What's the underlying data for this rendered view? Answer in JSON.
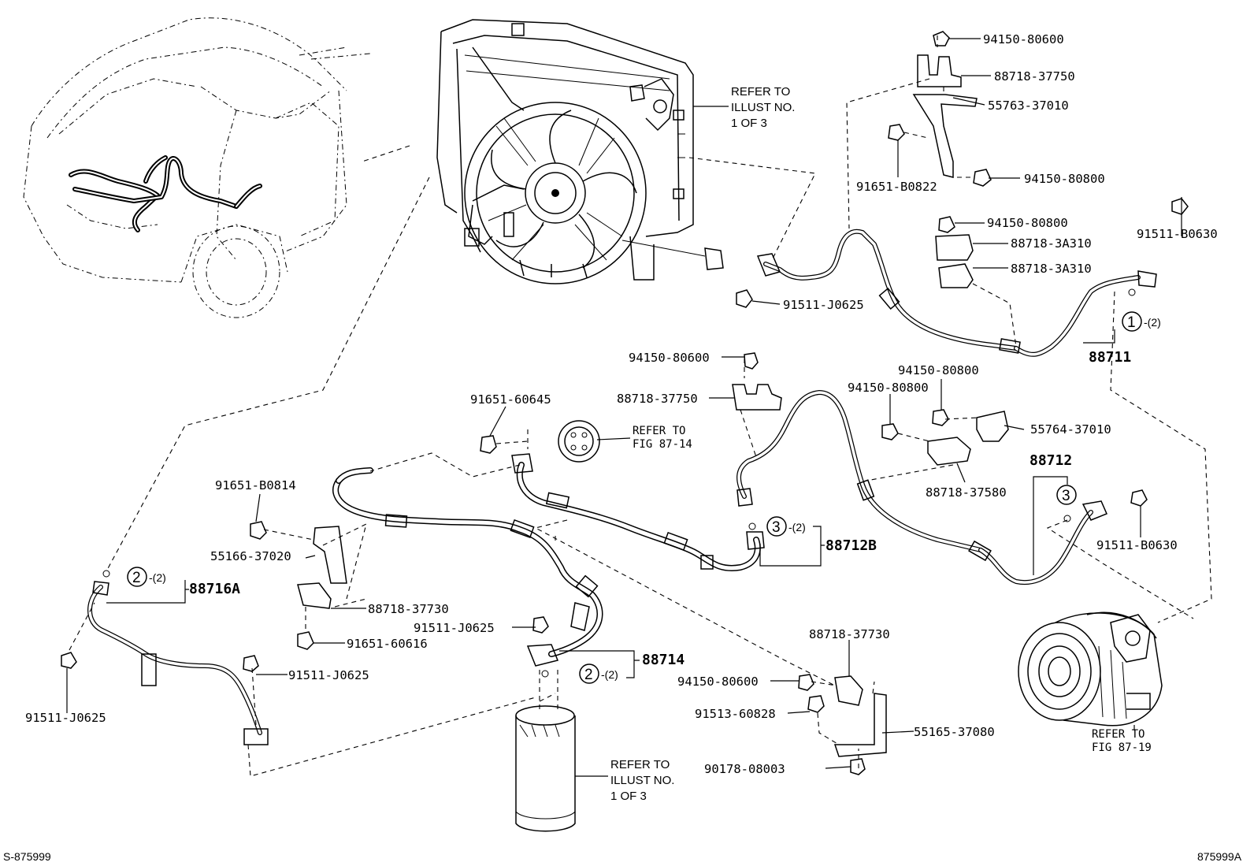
{
  "labels": {
    "p94150_80600_top": "94150-80600",
    "p88718_37750_top": "88718-37750",
    "p55763_37010": "55763-37010",
    "p91651_B0822": "91651-B0822",
    "p94150_80800_a": "94150-80800",
    "p94150_80800_b": "94150-80800",
    "p88718_3A310_a": "88718-3A310",
    "p88718_3A310_b": "88718-3A310",
    "p91511_B0630_top": "91511-B0630",
    "p91511_J0625_top": "91511-J0625",
    "p88711": "88711",
    "p94150_80600_mid": "94150-80600",
    "p88718_37750_mid": "88718-37750",
    "p94150_80800_c": "94150-80800",
    "p94150_80800_d": "94150-80800",
    "p55764_37010": "55764-37010",
    "p88712": "88712",
    "p88718_37580": "88718-37580",
    "p91511_B0630_low": "91511-B0630",
    "p91651_60645": "91651-60645",
    "p91651_B0814": "91651-B0814",
    "p55166_37020": "55166-37020",
    "p88716A": "88716A",
    "p88718_37730_left": "88718-37730",
    "p91511_J0625_mid": "91511-J0625",
    "p91651_60616": "91651-60616",
    "p88714": "88714",
    "p91511_J0625_low": "91511-J0625",
    "p91511_J0625_left": "91511-J0625",
    "p88712B": "88712B",
    "p88718_37730_right": "88718-37730",
    "p94150_80600_low": "94150-80600",
    "p91513_60828": "91513-60828",
    "p55165_37080": "55165-37080",
    "p90178_08003": "90178-08003"
  },
  "refs": {
    "condenser": [
      "REFER TO",
      "ILLUST NO.",
      "1 OF 3"
    ],
    "dryer": [
      "REFER TO",
      "ILLUST NO.",
      "1 OF 3"
    ],
    "fig8714": [
      "REFER TO",
      "FIG 87-14"
    ],
    "fig8719": [
      "REFER TO",
      "FIG 87-19"
    ]
  },
  "callouts": {
    "c1": "1",
    "c1_qty": "-(2)",
    "c2a": "2",
    "c2a_qty": "-(2)",
    "c2b": "2",
    "c2b_qty": "-(2)",
    "c3a": "3",
    "c3a_qty": "-(2)",
    "c3b": "3"
  },
  "footer": {
    "left": "S-875999",
    "right": "875999A"
  }
}
